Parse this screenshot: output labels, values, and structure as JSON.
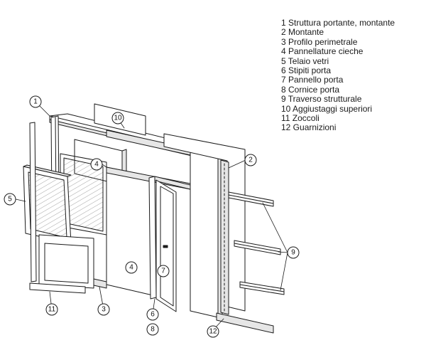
{
  "legend": [
    "1 Struttura portante, montante",
    "2 Montante",
    "3 Profilo perimetrale",
    "4 Pannellature cieche",
    "5 Telaio vetri",
    "6 Stipiti porta",
    "7 Pannello porta",
    "8 Cornice porta",
    "9 Traverso strutturale",
    "10 Aggiustaggi superiori",
    "11 Zoccoli",
    "12 Guarnizioni"
  ],
  "callouts": [
    "1",
    "2",
    "3",
    "4",
    "4",
    "5",
    "6",
    "7",
    "8",
    "9",
    "10",
    "11",
    "12"
  ],
  "colors": {
    "line": "#1a1a1a",
    "panel_fill": "#ffffff",
    "panel_shade": "#e6e6e6",
    "glass_hatch": "#8a8a8a",
    "background": "#ffffff"
  }
}
